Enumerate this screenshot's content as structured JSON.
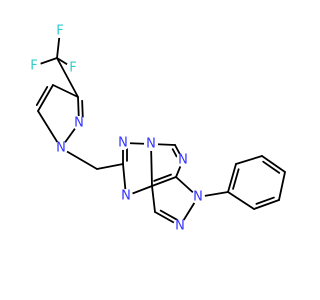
{
  "molecule": {
    "colors": {
      "bond": "#000000",
      "nitrogen": "#3333ff",
      "fluorine": "#33cccc",
      "background": "#ffffff"
    },
    "atoms": [
      {
        "id": "F1",
        "label": "F",
        "color": "fluorine"
      },
      {
        "id": "F2",
        "label": "F",
        "color": "fluorine"
      },
      {
        "id": "F3",
        "label": "F",
        "color": "fluorine"
      },
      {
        "id": "N1",
        "label": "N",
        "color": "nitrogen"
      },
      {
        "id": "N2",
        "label": "N",
        "color": "nitrogen"
      },
      {
        "id": "N3",
        "label": "N",
        "color": "nitrogen"
      },
      {
        "id": "N4",
        "label": "N",
        "color": "nitrogen"
      },
      {
        "id": "N5",
        "label": "N",
        "color": "nitrogen"
      },
      {
        "id": "N6",
        "label": "N",
        "color": "nitrogen"
      },
      {
        "id": "N7",
        "label": "N",
        "color": "nitrogen"
      },
      {
        "id": "N8",
        "label": "N",
        "color": "nitrogen"
      }
    ]
  }
}
